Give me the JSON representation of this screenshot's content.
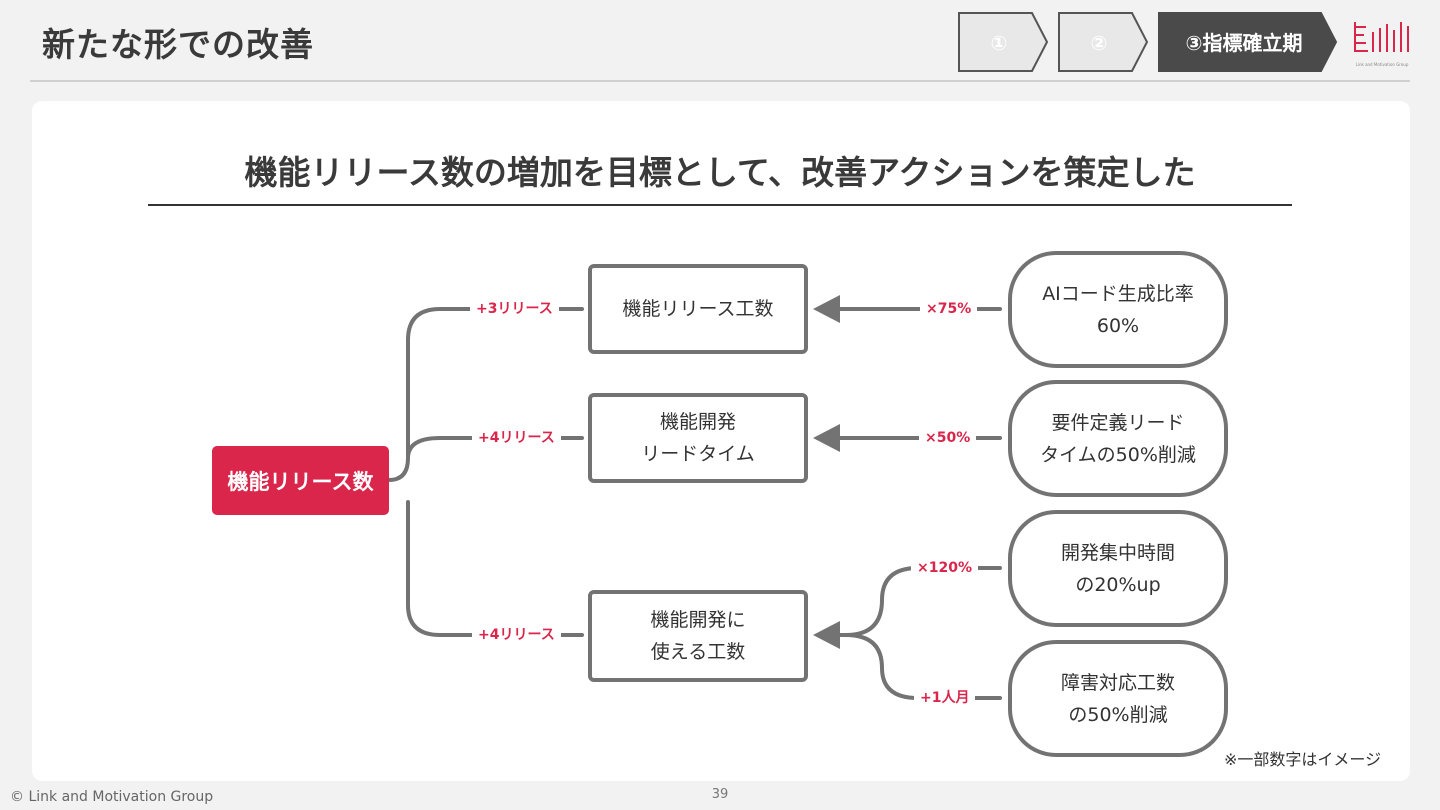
{
  "header": {
    "title": "新たな形での改善",
    "steps": [
      {
        "label": "①",
        "active": false
      },
      {
        "label": "②",
        "active": false
      },
      {
        "label": "③指標確立期",
        "active": true
      }
    ]
  },
  "main": {
    "headline": "機能リリース数の増加を目標として、改善アクションを策定した",
    "root": "機能リリース数",
    "branches": [
      {
        "label": "+3リリース",
        "box_lines": [
          "機能リリース工数"
        ]
      },
      {
        "label": "+4リリース",
        "box_lines": [
          "機能開発",
          "リードタイム"
        ]
      },
      {
        "label": "+4リリース",
        "box_lines": [
          "機能開発に",
          "使える工数"
        ]
      }
    ],
    "actions": [
      {
        "multiplier": "×75%",
        "lines": [
          "AIコード生成比率",
          "60%"
        ]
      },
      {
        "multiplier": "×50%",
        "lines": [
          "要件定義リード",
          "タイムの50%削減"
        ]
      },
      {
        "multiplier": "×120%",
        "lines": [
          "開発集中時間",
          "の20%up"
        ]
      },
      {
        "multiplier": "+1人月",
        "lines": [
          "障害対応工数",
          "の50%削減"
        ]
      }
    ],
    "note": "※一部数字はイメージ"
  },
  "footer": {
    "copyright": "© Link and Motivation Group",
    "page": "39"
  },
  "colors": {
    "accent": "#d9264a",
    "line": "#737373",
    "active_step": "#4a4a4a",
    "inactive_step": "#e8e8e8"
  }
}
